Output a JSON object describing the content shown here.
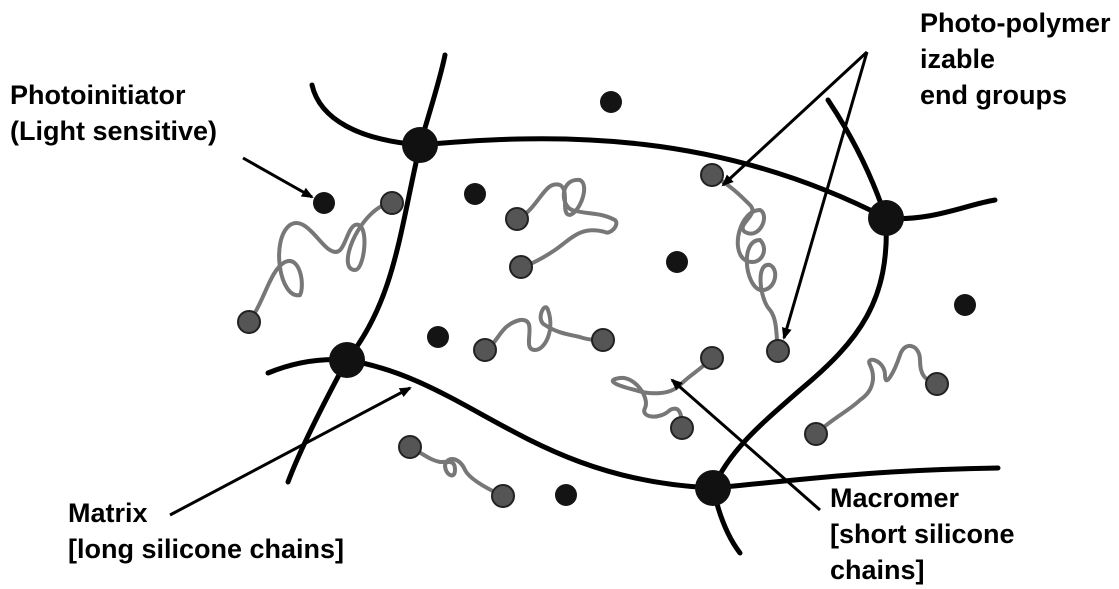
{
  "labels": {
    "photoinitiator": [
      "Photoinitiator",
      "(Light sensitive)"
    ],
    "end_groups": [
      "Photo-polymer",
      "izable",
      "end groups"
    ],
    "matrix": [
      "Matrix",
      "[long silicone chains]"
    ],
    "macromer": [
      "Macromer",
      "[short silicone",
      "chains]"
    ]
  },
  "colors": {
    "matrix_chain": "#000000",
    "crosslink_node": "#111111",
    "photoinitiator_dot": "#141414",
    "end_group_dot": "#555555",
    "macromer_chain": "#777777",
    "background": "#ffffff"
  }
}
